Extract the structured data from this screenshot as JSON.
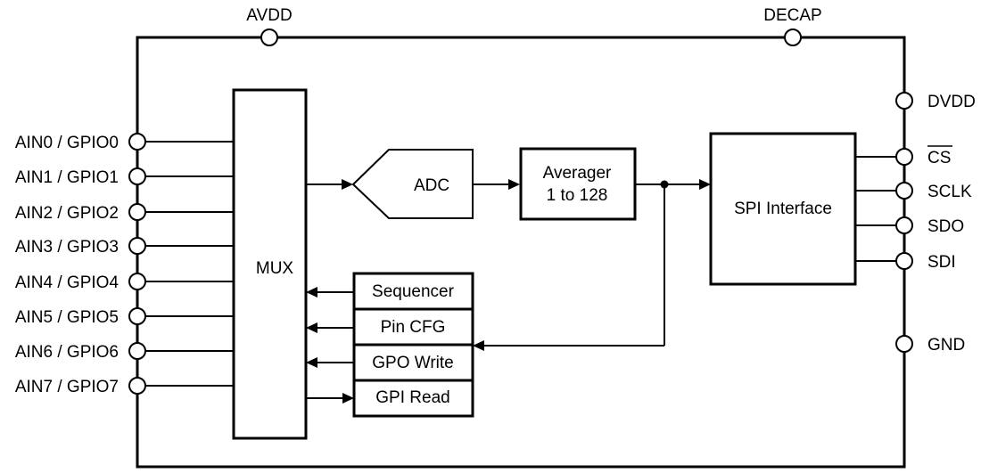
{
  "top_pins": [
    "AVDD",
    "DECAP"
  ],
  "left_pins": [
    "AIN0 / GPIO0",
    "AIN1 / GPIO1",
    "AIN2 / GPIO2",
    "AIN3 / GPIO3",
    "AIN4 / GPIO4",
    "AIN5 / GPIO5",
    "AIN6 / GPIO6",
    "AIN7 / GPIO7"
  ],
  "right_pins": [
    "DVDD",
    "CS",
    "SCLK",
    "SDO",
    "SDI",
    "GND"
  ],
  "blocks": {
    "mux": "MUX",
    "adc": "ADC",
    "averager_line1": "Averager",
    "averager_line2": "1 to 128",
    "spi": "SPI Interface",
    "sequencer": "Sequencer",
    "pin_cfg": "Pin CFG",
    "gpo_write": "GPO Write",
    "gpi_read": "GPI Read"
  }
}
